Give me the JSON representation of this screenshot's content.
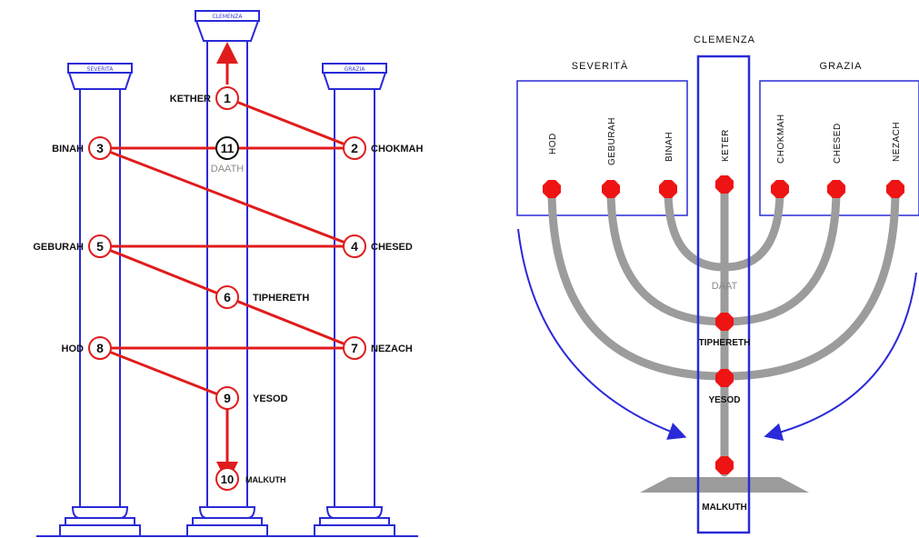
{
  "left_diagram": {
    "pillar_caps": {
      "left": "SEVERITÀ",
      "center": "CLEMENZA",
      "right": "GRAZIA"
    },
    "nodes": [
      {
        "num": "1",
        "label": "KETHER"
      },
      {
        "num": "2",
        "label": "CHOKMAH"
      },
      {
        "num": "3",
        "label": "BINAH"
      },
      {
        "num": "11",
        "label": "DAATH"
      },
      {
        "num": "4",
        "label": "CHESED"
      },
      {
        "num": "5",
        "label": "GEBURAH"
      },
      {
        "num": "6",
        "label": "TIPHERETH"
      },
      {
        "num": "7",
        "label": "NEZACH"
      },
      {
        "num": "8",
        "label": "HOD"
      },
      {
        "num": "9",
        "label": "YESOD"
      },
      {
        "num": "10",
        "label": "MALKUTH"
      }
    ]
  },
  "right_diagram": {
    "header_center": "CLEMENZA",
    "header_left": "SEVERITÀ",
    "header_right": "GRAZIA",
    "branch_labels": [
      "HOD",
      "GEBURAH",
      "BINAH",
      "KETER",
      "CHOKMAH",
      "CHESED",
      "NEZACH"
    ],
    "trunk_labels": {
      "daat": "DAAT",
      "tiphereth": "TIPHERETH",
      "yesod": "YESOD",
      "malkuth": "MALKUTH"
    }
  },
  "colors": {
    "pillar_outline": "#2a2ad8",
    "path_line": "#e01c1c",
    "menorah": "#9c9c9c",
    "gem": "#ee1414"
  }
}
